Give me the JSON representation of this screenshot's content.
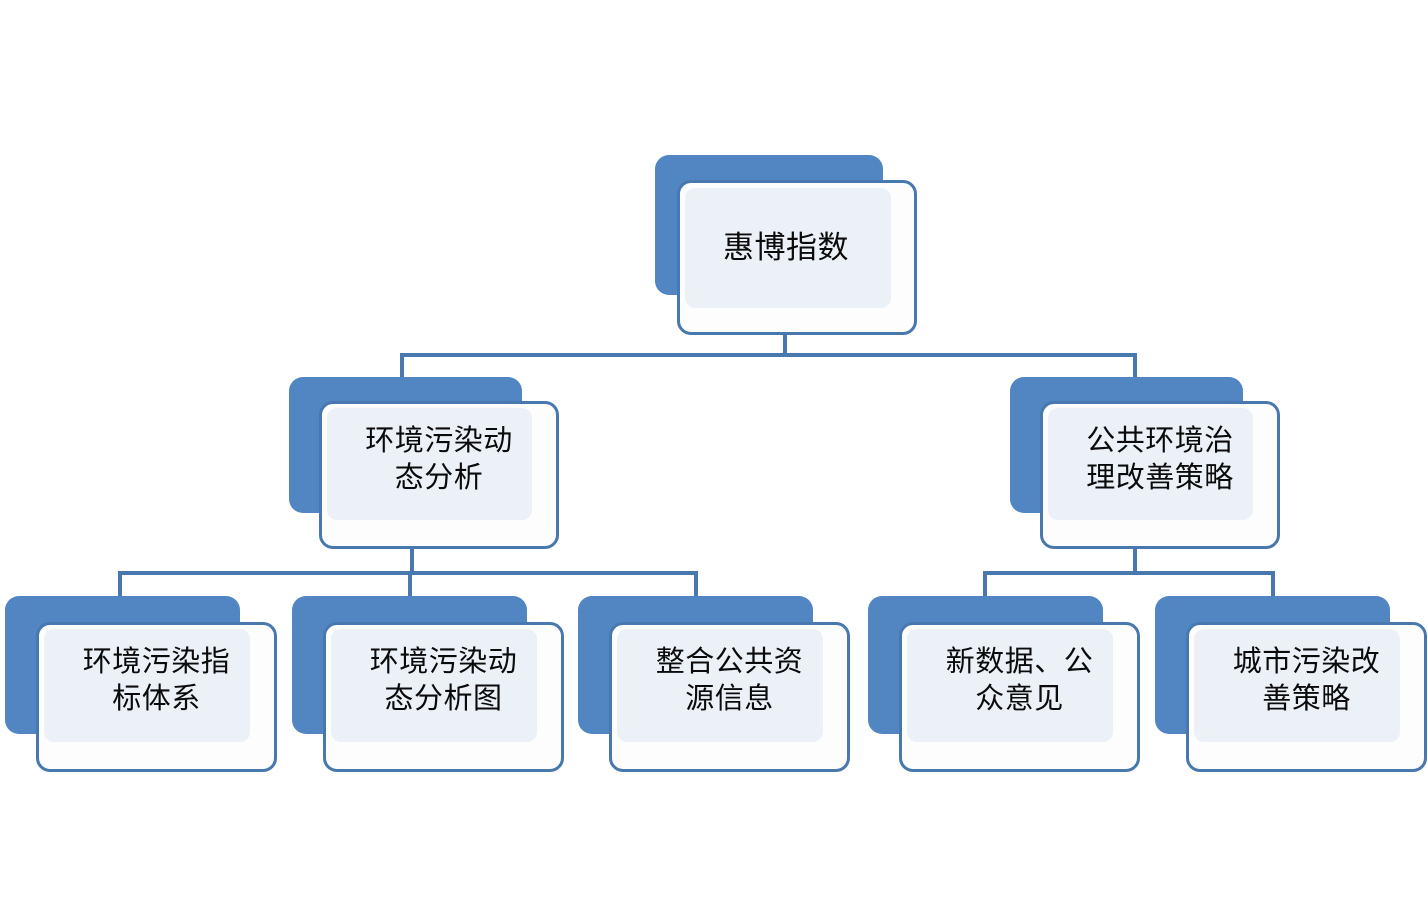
{
  "diagram": {
    "type": "hierarchy-tree",
    "title_node": "惠博指数",
    "levels": 3,
    "colors": {
      "shadow_block": "#5186c2",
      "card_border": "#4878ae",
      "card_fill": "#fdfdfe",
      "inner_plate": "#ecf1f8",
      "connector": "#4878ae",
      "text": "#0b0b0b",
      "background": "#ffffff"
    },
    "nodes": {
      "root": {
        "label": "惠博指数",
        "level": 1
      },
      "branch_left": {
        "label": "环境污染动\n态分析",
        "level": 2
      },
      "branch_right": {
        "label": "公共环境治\n理改善策略",
        "level": 2
      },
      "leaf_1": {
        "label": "环境污染指\n标体系",
        "level": 3,
        "parent": "branch_left"
      },
      "leaf_2": {
        "label": "环境污染动\n态分析图",
        "level": 3,
        "parent": "branch_left"
      },
      "leaf_3": {
        "label": "整合公共资\n源信息",
        "level": 3,
        "parent": "branch_left"
      },
      "leaf_4": {
        "label": "新数据、公\n众意见",
        "level": 3,
        "parent": "branch_right"
      },
      "leaf_5": {
        "label": "城市污染改\n善策略",
        "level": 3,
        "parent": "branch_right"
      }
    }
  }
}
